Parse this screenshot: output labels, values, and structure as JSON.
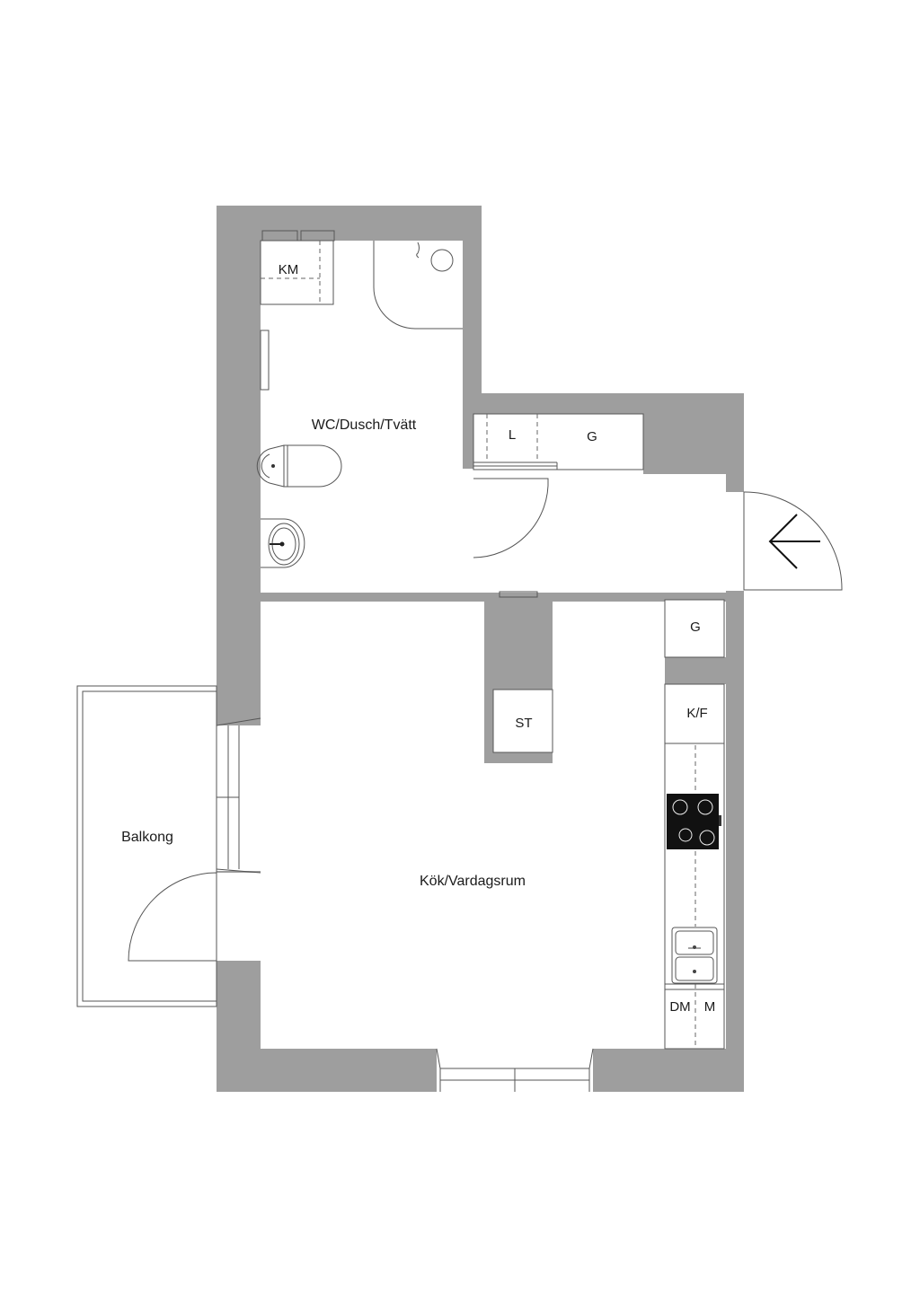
{
  "colors": {
    "wall": "#9e9e9e",
    "background": "#ffffff",
    "line": "#555555",
    "stove": "#111111"
  },
  "rooms": {
    "bathroom": "WC/Dusch/Tvätt",
    "living": "Kök/Vardagsrum",
    "balcony": "Balkong"
  },
  "fixtures": {
    "washer": "KM",
    "wardrobe_l": "L",
    "wardrobe_g_hall": "G",
    "wardrobe_g_kitchen": "G",
    "fridge_freezer": "K/F",
    "storage": "ST",
    "dishwasher": "DM",
    "microwave": "M"
  },
  "icons": {
    "entrance": "arrow-left-icon"
  }
}
